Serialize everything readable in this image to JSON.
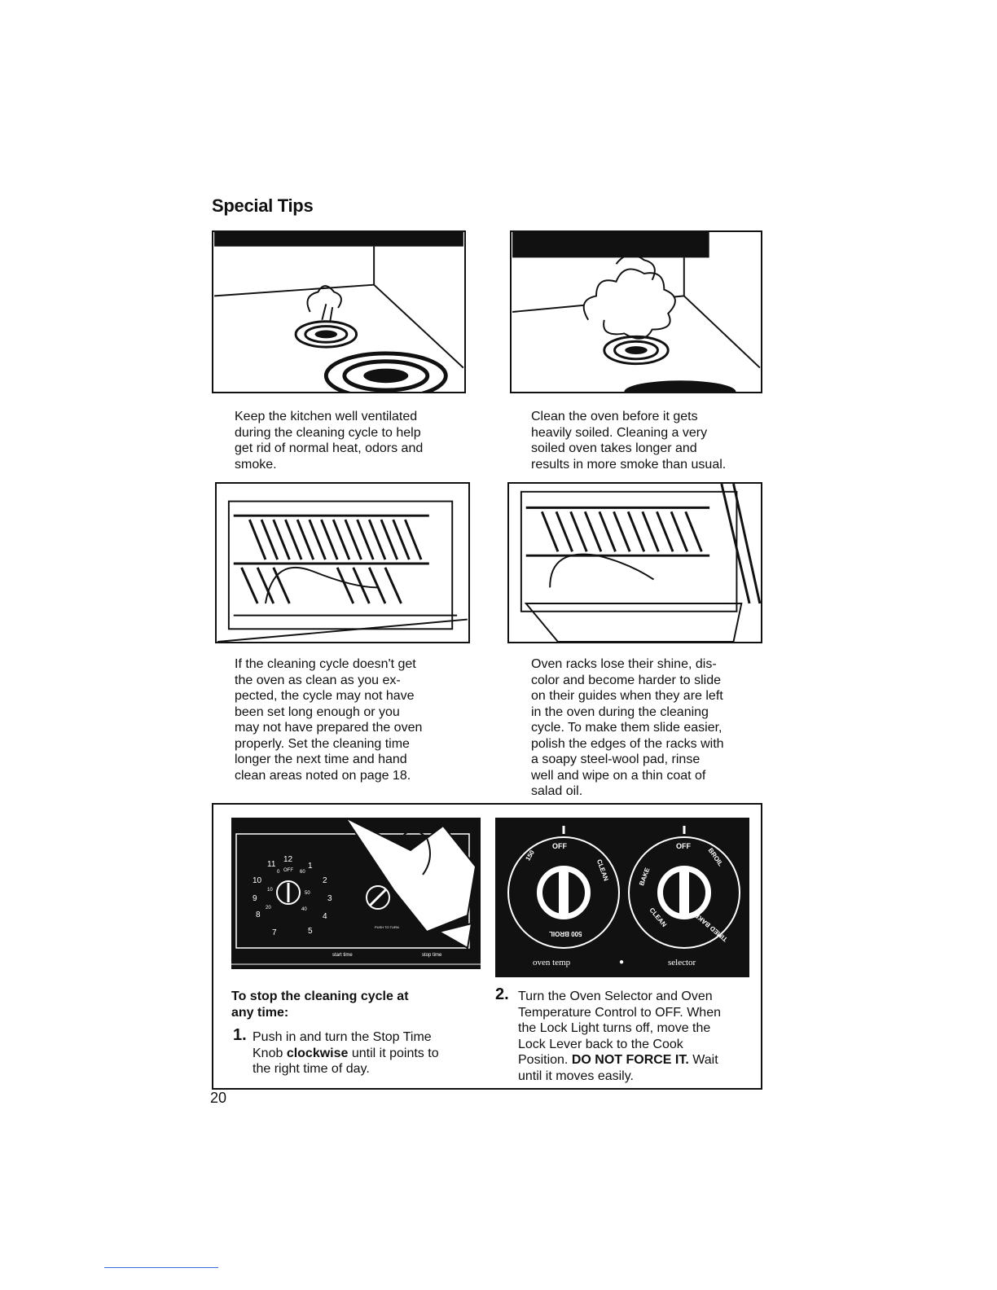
{
  "page": {
    "title": "Special Tips",
    "page_number": "20"
  },
  "tips": [
    {
      "lines": [
        "Keep the kitchen well ventilated",
        "during the cleaning cycle to help",
        "get rid of normal heat, odors and",
        "smoke."
      ]
    },
    {
      "lines": [
        "Clean the oven before it gets",
        "heavily soiled. Cleaning a very",
        "soiled oven takes longer and",
        "results in more smoke than usual."
      ]
    },
    {
      "lines": [
        "If the cleaning cycle doesn't get",
        "the oven as clean as you ex-",
        "pected, the cycle may not have",
        "been set long enough or you",
        "may not have prepared the oven",
        "properly. Set the cleaning time",
        "longer the next time and hand",
        "clean areas noted on page 18."
      ]
    },
    {
      "lines": [
        "Oven racks lose their shine, dis-",
        "color and become harder to slide",
        "on their guides when they are left",
        "in the oven during the cleaning",
        "cycle. To make them slide easier,",
        "polish the edges of the racks with",
        "a soapy steel-wool pad, rinse",
        "well and wipe on a thin coat of",
        "salad oil."
      ]
    }
  ],
  "timer_panel": {
    "clock_numbers": [
      "11",
      "12",
      "1",
      "10",
      "2",
      "9",
      "3",
      "8",
      "4",
      "7",
      "5"
    ],
    "clock_inner": [
      "0",
      "OFF",
      "60",
      "10",
      "50",
      "20",
      "40"
    ],
    "push_label": "PUSH TO TURN",
    "start_label": "start time",
    "stop_label": "stop time"
  },
  "knob_panel": {
    "left_knob": {
      "top": "OFF",
      "right": "CLEAN",
      "bottom": "500 BROIL",
      "left": "150",
      "label": "oven temp"
    },
    "right_knob": {
      "top": "OFF",
      "right": "BROIL",
      "bottom": "TIMED BAKE",
      "left": "BAKE",
      "lower_left": "CLEAN",
      "label": "selector"
    },
    "separator": "●"
  },
  "stop_section": {
    "title_lines": [
      "To stop the cleaning cycle at",
      "any time:"
    ],
    "step1": {
      "number": "1.",
      "line1": "Push in and turn the Stop Time",
      "line2_pre": "Knob ",
      "line2_bold": "clockwise",
      "line2_post": " until it points to",
      "line3": "the right time of day."
    },
    "step2": {
      "number": "2.",
      "line1": "Turn the Oven Selector and Oven",
      "line2": "Temperature Control to OFF. When",
      "line3": "the Lock Light turns off, move the",
      "line4": "Lock Lever back to the Cook",
      "line5_pre": "Position. ",
      "line5_bold": "DO NOT FORCE IT.",
      "line5_post": " Wait",
      "line6": "until it moves easily."
    }
  }
}
